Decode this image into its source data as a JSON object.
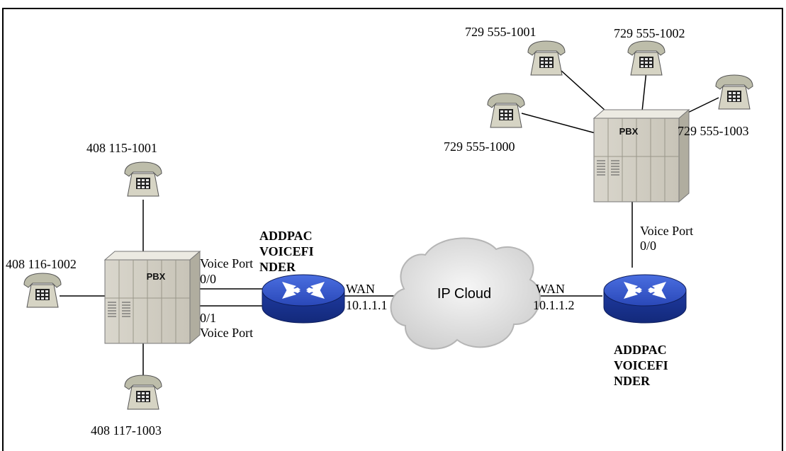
{
  "phones": {
    "left_top": "408 115-1001",
    "left_mid": "408 116-1002",
    "left_bottom": "408 117-1003",
    "right_1000": "729 555-1000",
    "right_1001": "729 555-1001",
    "right_1002": "729 555-1002",
    "right_1003": "729 555-1003"
  },
  "pbx": {
    "left_label": "PBX",
    "right_label": "PBX"
  },
  "ports": {
    "left_p0_name": "Voice Port",
    "left_p0_num": "0/0",
    "left_p1_num": "0/1",
    "left_p1_name": "Voice Port",
    "right_name": "Voice Port",
    "right_num": "0/0"
  },
  "routers": {
    "left": {
      "line1": "ADDPAC",
      "line2": "VOICEFI",
      "line3": "NDER"
    },
    "right": {
      "line1": "ADDPAC",
      "line2": "VOICEFI",
      "line3": "NDER"
    }
  },
  "wan": {
    "left_label": "WAN",
    "left_ip": "10.1.1.1",
    "right_label": "WAN",
    "right_ip": "10.1.1.2"
  },
  "cloud": {
    "label": "IP Cloud"
  }
}
